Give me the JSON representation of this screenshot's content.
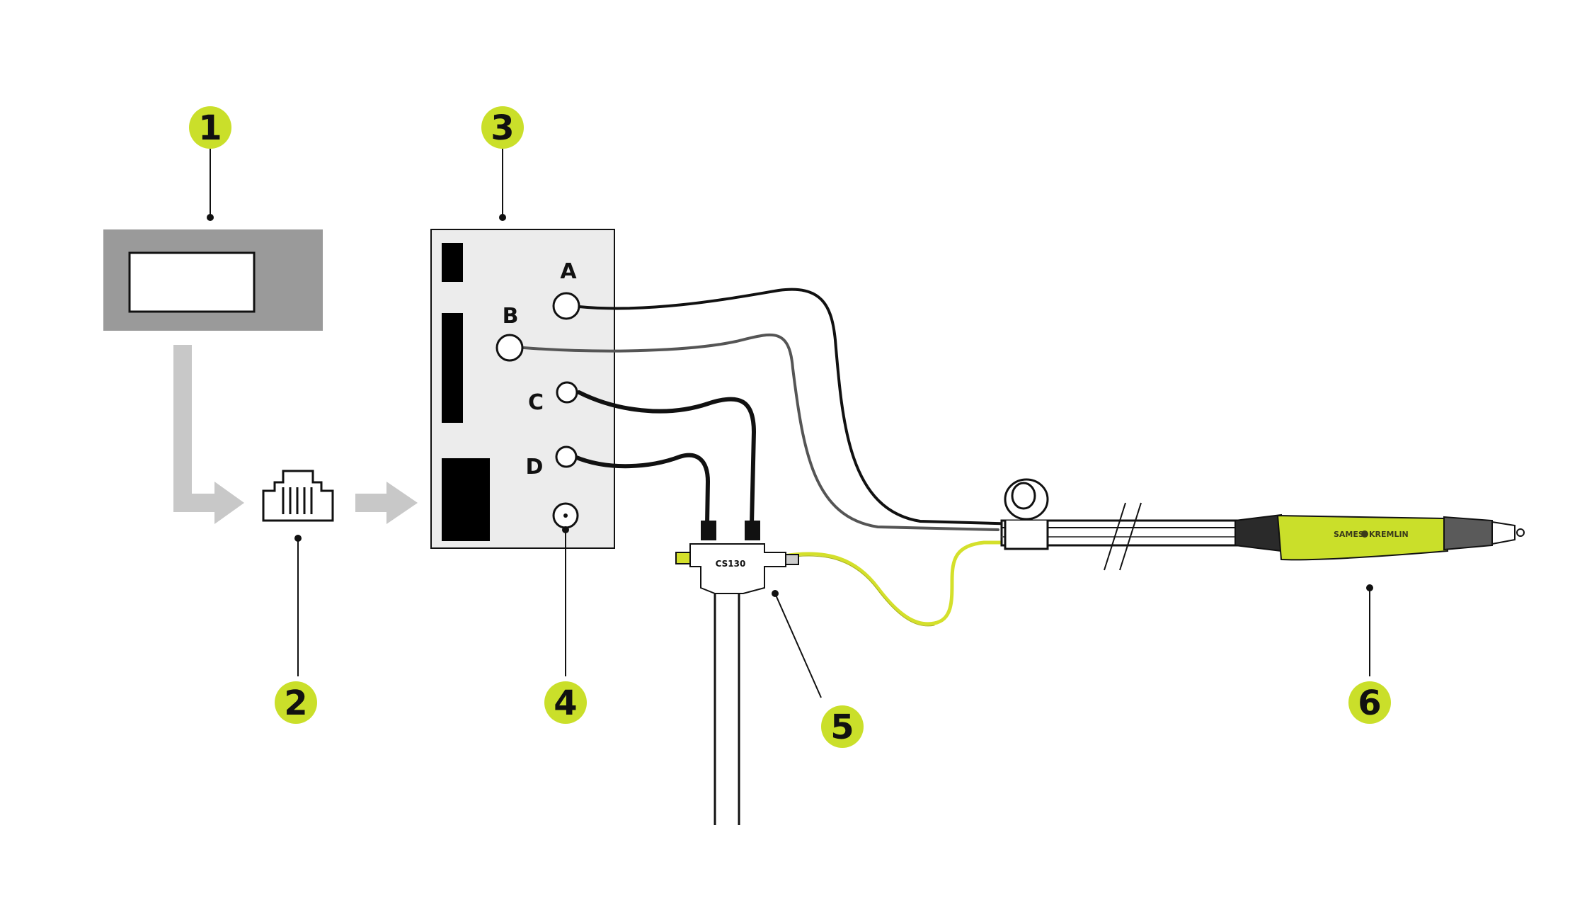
{
  "colors": {
    "accent_green": "#cadf2a",
    "controller_frame": "#9a9a9a",
    "cabinet_fill": "#ececec",
    "flow_arrow": "#c8c8c8",
    "air_hose_yellow": "#d4e02b",
    "hose_dark": "#111111",
    "hose_grey": "#555555"
  },
  "callouts": [
    {
      "id": "1",
      "label": "1"
    },
    {
      "id": "2",
      "label": "2"
    },
    {
      "id": "3",
      "label": "3"
    },
    {
      "id": "4",
      "label": "4"
    },
    {
      "id": "5",
      "label": "5"
    },
    {
      "id": "6",
      "label": "6"
    }
  ],
  "ports": [
    {
      "id": "A",
      "label": "A"
    },
    {
      "id": "B",
      "label": "B"
    },
    {
      "id": "C",
      "label": "C"
    },
    {
      "id": "D",
      "label": "D"
    }
  ],
  "connector": {
    "model": "CS130"
  },
  "gun": {
    "brand_left": "SAMES",
    "brand_right": "KREMLIN"
  },
  "icons": {
    "network": "rj45-connector-icon",
    "flow": "arrow-right-icon"
  }
}
